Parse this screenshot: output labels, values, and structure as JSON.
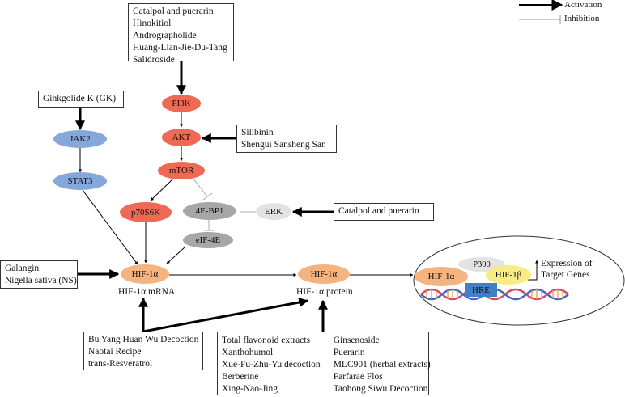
{
  "legend": {
    "activation": "Activation",
    "inhibition": "Inhibition"
  },
  "boxes": {
    "pi3k_inputs": [
      "Catalpol and puerarin",
      "Hinokitiol",
      "Andrographolide",
      "Huang-Lian-Jie-Du-Tang",
      "Salidroside"
    ],
    "gk": [
      "Ginkgolide K (GK)"
    ],
    "akt_inputs": [
      "Silibinin",
      "Shengui Sansheng San"
    ],
    "erk_input": [
      "Catalpol and puerarin"
    ],
    "hif_mrna_inputs": [
      "Galangin",
      "Nigella sativa (NS)"
    ],
    "bottom_left": [
      "Bu Yang Huan Wu Decoction",
      "Naotai Recipe",
      "trans-Resveratrol"
    ],
    "bottom_right_col1": [
      "Total flavonoid extracts",
      "Xanthohumol",
      "Xue-Fu-Zhu-Yu decoction",
      "Berberine",
      "Xing-Nao-Jing"
    ],
    "bottom_right_col2": [
      "Ginsenoside",
      "Puerarin",
      "MLC901 (herbal extracts)",
      "Farfarae Flos",
      "Taohong Siwu Decoction"
    ]
  },
  "nodes": {
    "jak2": "JAK2",
    "stat3": "STAT3",
    "pi3k": "PI3K",
    "akt": "AKT",
    "mtor": "mTOR",
    "p70s6k": "p70S6K",
    "ebp1": "4E-BP1",
    "erk": "ERK",
    "eif4e": "eIF-4E",
    "hif_mrna": "HIF-1α",
    "hif_protein": "HIF-1α",
    "complex_hif1a": "HIF-1α",
    "complex_hif1b": "HIF-1β",
    "p300": "P300",
    "hre": "HRE"
  },
  "labels": {
    "hif_mrna": "HIF-1α mRNA",
    "hif_protein": "HIF-1α protein",
    "expression": [
      "Expression of",
      "Target Genes"
    ]
  },
  "colors": {
    "red_node": "#ee6a55",
    "blue_node": "#86a7d9",
    "gray_node": "#a7a7a7",
    "light_gray_node": "#e3e3e3",
    "orange_node": "#f5b47f",
    "yellow_node": "#f7ec86",
    "hre_blue": "#3f80c6"
  }
}
